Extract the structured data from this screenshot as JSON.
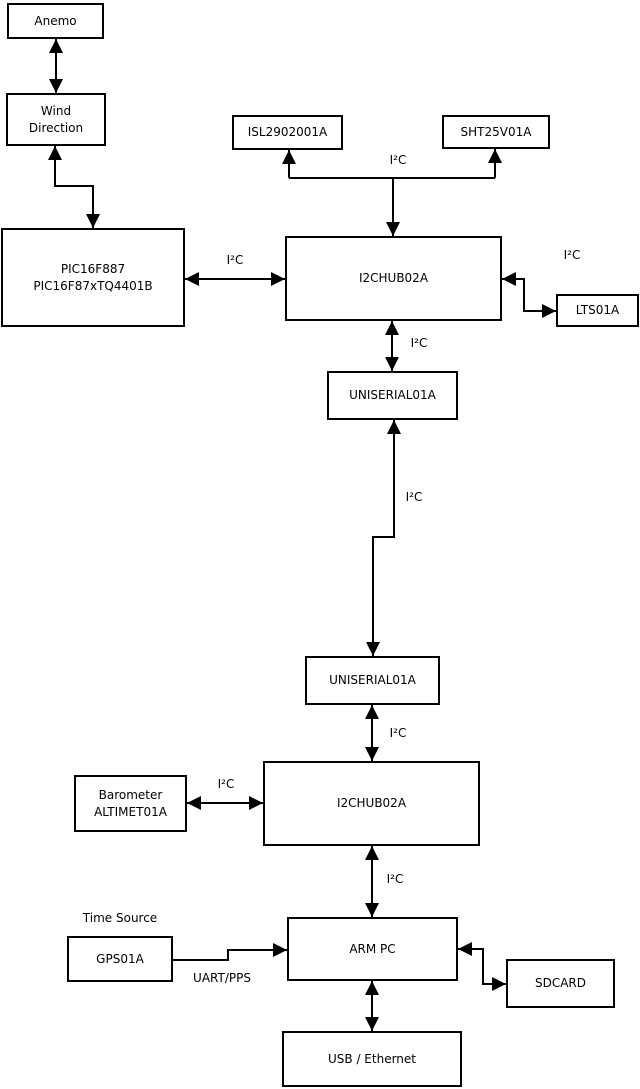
{
  "diagram": {
    "bus_label": "I²C",
    "annotations": {
      "time_source": "Time Source",
      "uart_pps": "UART/PPS"
    },
    "nodes": {
      "anemo": "Anemo",
      "wind_direction": "Wind\nDirection",
      "pic": "PIC16F887\nPIC16F87xTQ4401B",
      "isl": "ISL2902001A",
      "sht": "SHT25V01A",
      "i2c_hub_1": "I2CHUB02A",
      "lts": "LTS01A",
      "uniserial_1": "UNISERIAL01A",
      "uniserial_2": "UNISERIAL01A",
      "barometer": "Barometer\nALTIMET01A",
      "i2c_hub_2": "I2CHUB02A",
      "arm_pc": "ARM PC",
      "gps": "GPS01A",
      "sdcard": "SDCARD",
      "usb_ethernet": "USB / Ethernet"
    }
  }
}
